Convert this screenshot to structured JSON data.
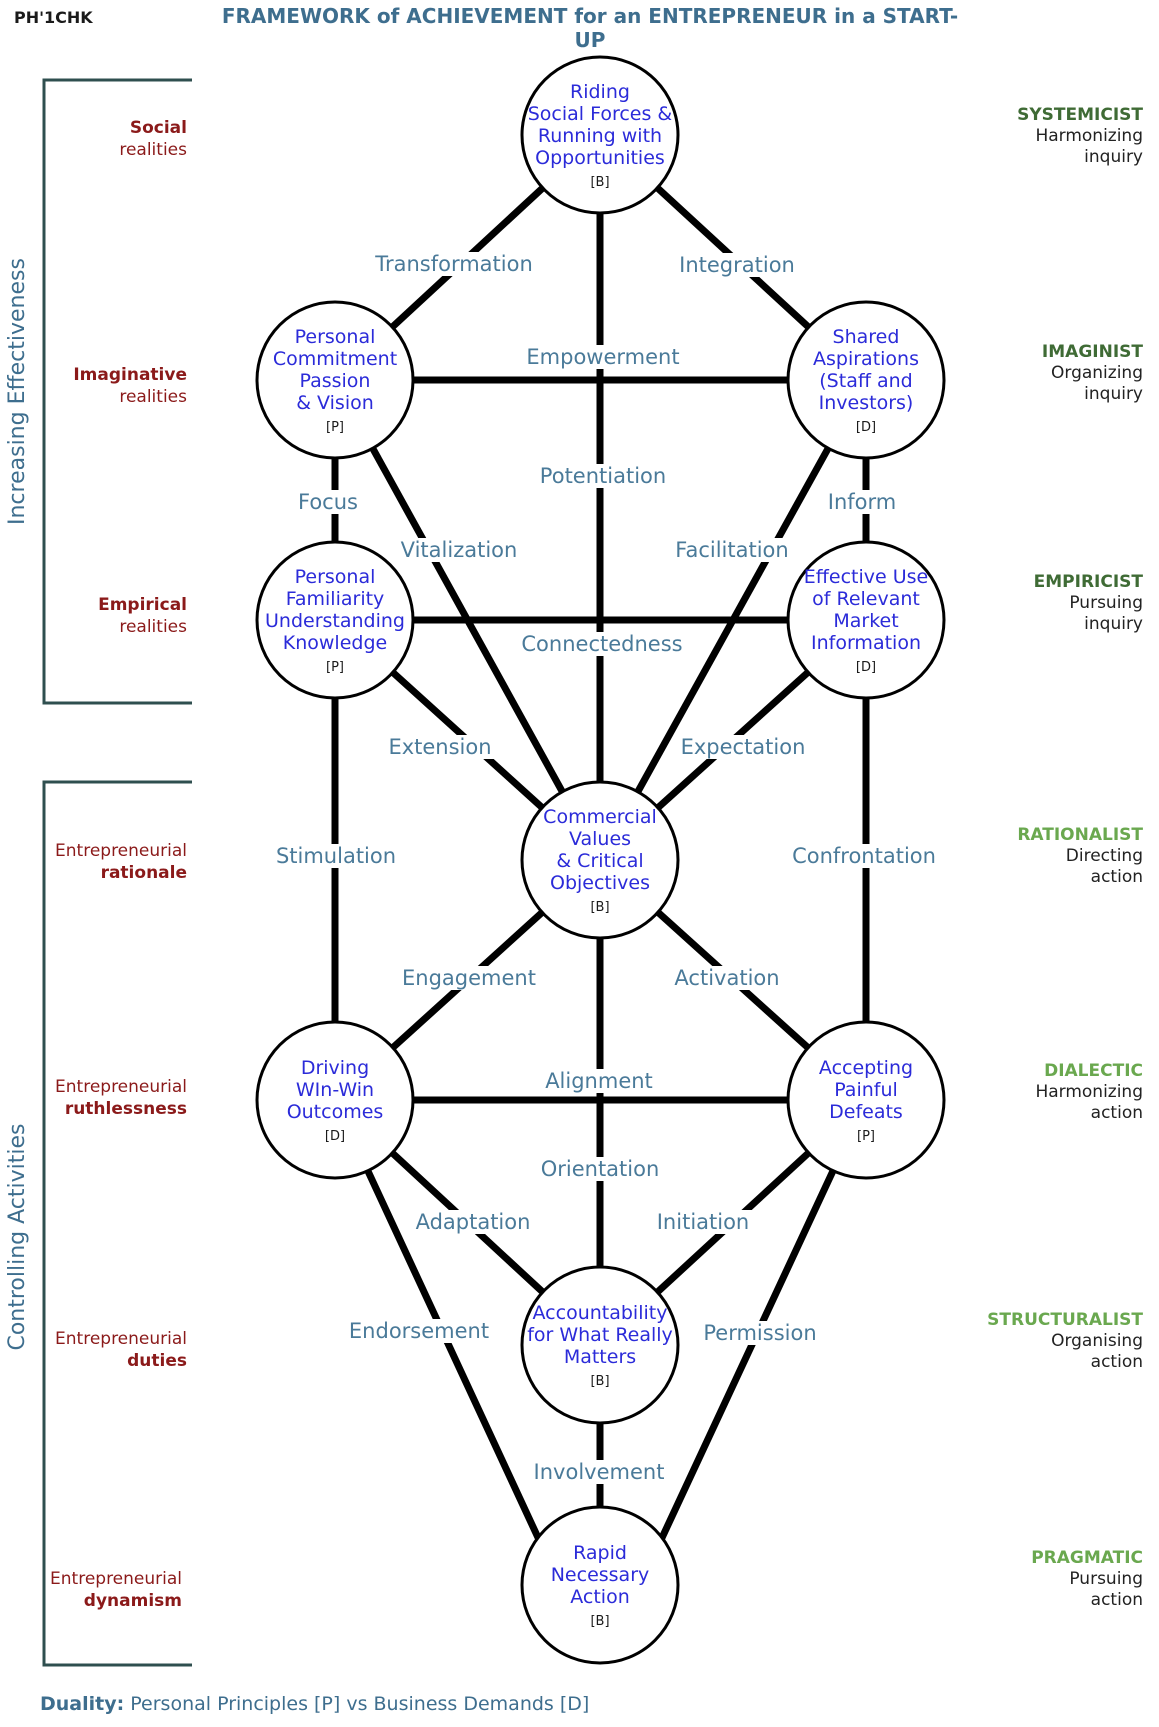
{
  "header": {
    "code": "PH'1CHK",
    "title": "FRAMEWORK of ACHIEVEMENT for an ENTREPRENEUR in a START-UP"
  },
  "sidebar": {
    "top_label": "Increasing Effectiveness",
    "bottom_label": "Controlling Activities"
  },
  "left_labels": [
    {
      "line1": "Social",
      "line2": "realities",
      "bold_line": 1
    },
    {
      "line1": "Imaginative",
      "line2": "realities",
      "bold_line": 1
    },
    {
      "line1": "Empirical",
      "line2": "realities",
      "bold_line": 1
    },
    {
      "line1": "Entrepreneurial",
      "line2": "rationale",
      "bold_line": 2
    },
    {
      "line1": "Entrepreneurial",
      "line2": "ruthlessness",
      "bold_line": 2
    },
    {
      "line1": "Entrepreneurial",
      "line2": "duties",
      "bold_line": 2
    },
    {
      "line1": "Entrepreneurial",
      "line2": "dynamism",
      "bold_line": 2
    }
  ],
  "right_labels": [
    {
      "heading": "SYSTEMICIST",
      "line1": "Harmonizing",
      "line2": "inquiry",
      "heading_color": "#3f6b35"
    },
    {
      "heading": "IMAGINIST",
      "line1": "Organizing",
      "line2": "inquiry",
      "heading_color": "#3f6b35"
    },
    {
      "heading": "EMPIRICIST",
      "line1": "Pursuing",
      "line2": "inquiry",
      "heading_color": "#3f6b35"
    },
    {
      "heading": "RATIONALIST",
      "line1": "Directing",
      "line2": "action",
      "heading_color": "#6aa84f"
    },
    {
      "heading": "DIALECTIC",
      "line1": "Harmonizing",
      "line2": "action",
      "heading_color": "#6aa84f"
    },
    {
      "heading": "STRUCTURALIST",
      "line1": "Organising",
      "line2": "action",
      "heading_color": "#6aa84f"
    },
    {
      "heading": "PRAGMATIC",
      "line1": "Pursuing",
      "line2": "action",
      "heading_color": "#6aa84f"
    }
  ],
  "nodes": [
    {
      "text": "Riding\nSocial Forces &\nRunning with\nOpportunities",
      "tag": "[B]"
    },
    {
      "text": "Personal\nCommitment\nPassion\n& Vision",
      "tag": "[P]"
    },
    {
      "text": "Shared\nAspirations\n(Staff and\nInvestors)",
      "tag": "[D]"
    },
    {
      "text": "Personal\nFamiliarity\nUnderstanding\nKnowledge",
      "tag": "[P]"
    },
    {
      "text": "Effective Use\nof Relevant\nMarket\nInformation",
      "tag": "[D]"
    },
    {
      "text": "Commercial\nValues\n& Critical\nObjectives",
      "tag": "[B]"
    },
    {
      "text": "Driving\nWIn-Win\nOutcomes",
      "tag": "[D]"
    },
    {
      "text": "Accepting\nPainful\nDefeats",
      "tag": "[P]"
    },
    {
      "text": "Accountability\nfor What Really\nMatters",
      "tag": "[B]"
    },
    {
      "text": "Rapid\nNecessary\nAction",
      "tag": "[B]"
    }
  ],
  "edge_labels": [
    "Transformation",
    "Integration",
    "Empowerment",
    "Potentiation",
    "Focus",
    "Inform",
    "Vitalization",
    "Facilitation",
    "Connectedness",
    "Extension",
    "Expectation",
    "Stimulation",
    "Confrontation",
    "Engagement",
    "Activation",
    "Alignment",
    "Orientation",
    "Adaptation",
    "Initiation",
    "Endorsement",
    "Permission",
    "Involvement"
  ],
  "footer": {
    "label": "Duality:",
    "text": "Personal Principles [P] vs Business Demands [D]"
  },
  "colors": {
    "node_text": "#2b2bd9",
    "edge_text": "#4a7a99",
    "left_text": "#8b1a1a",
    "title": "#3e6e8e"
  }
}
